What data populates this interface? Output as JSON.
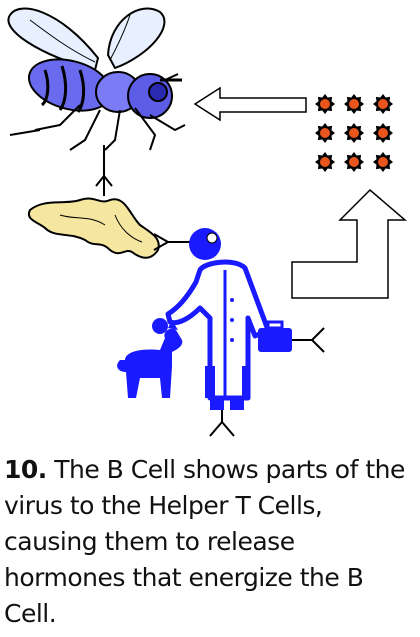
{
  "caption": {
    "number": "10.",
    "text": " The B Cell shows parts of the virus to the Helper T Cells, causing them to release hormones that energize the B Cell."
  },
  "colors": {
    "blue": "#1a1aff",
    "fly_blue": "#6a6aee",
    "fly_wing": "#e8f0ff",
    "antigen_yellow": "#f5e6a0",
    "hormone_orange": "#e8551d",
    "outline": "#000000"
  },
  "figures": {
    "fly": "fly-icon",
    "antigen": "antigen-blob-icon",
    "helper_t_cell": "scientist-icon",
    "dog": "dog-icon",
    "hormones": "hormone-dot-icon",
    "arrow_left": "arrow-left-icon",
    "arrow_up": "arrow-up-icon"
  },
  "hormone_grid": {
    "rows": 3,
    "cols": 3
  }
}
